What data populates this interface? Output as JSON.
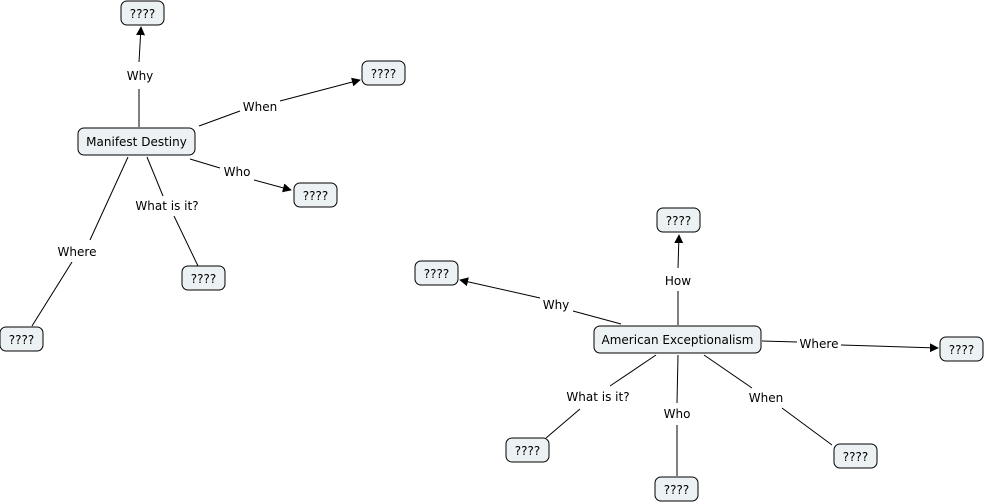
{
  "concepts": {
    "manifest_destiny": "Manifest Destiny",
    "american_exceptionalism": "American Exceptionalism",
    "placeholder": "????"
  },
  "links": {
    "why": "Why",
    "when": "When",
    "who": "Who",
    "what_is_it": "What is it?",
    "where": "Where",
    "how": "How"
  }
}
